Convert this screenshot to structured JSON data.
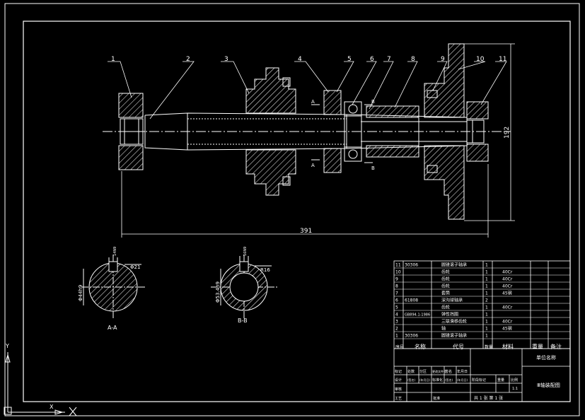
{
  "part_callouts": [
    "1",
    "2",
    "3",
    "4",
    "5",
    "6",
    "7",
    "8",
    "9",
    "10",
    "11"
  ],
  "dimensions": {
    "overall_length": "391",
    "overall_height": "192",
    "section_a_diameter": "Φ44h9",
    "section_a_key_width": "14N9",
    "section_a_key_depth": "Φ21",
    "section_b_diameter": "Φ53.4h9",
    "section_b_key_width": "16N9",
    "section_b_key_depth": "R16"
  },
  "section_labels": {
    "a": "A-A",
    "b": "B-B",
    "cut_a": "A",
    "cut_b": "B"
  },
  "bom": {
    "rows": [
      {
        "no": "11",
        "code": "30306",
        "name": "圆锥滚子轴承",
        "qty": "1",
        "material": "",
        "weight": "",
        "note": ""
      },
      {
        "no": "10",
        "code": "",
        "name": "齿轮",
        "qty": "1",
        "material": "40Cr",
        "weight": "",
        "note": ""
      },
      {
        "no": "9",
        "code": "",
        "name": "齿轮",
        "qty": "1",
        "material": "40Cr",
        "weight": "",
        "note": ""
      },
      {
        "no": "8",
        "code": "",
        "name": "齿轮",
        "qty": "1",
        "material": "40Cr",
        "weight": "",
        "note": ""
      },
      {
        "no": "7",
        "code": "",
        "name": "套筒",
        "qty": "1",
        "material": "45钢",
        "weight": "",
        "note": ""
      },
      {
        "no": "6",
        "code": "61808",
        "name": "深沟球轴承",
        "qty": "2",
        "material": "",
        "weight": "",
        "note": ""
      },
      {
        "no": "5",
        "code": "",
        "name": "齿轮",
        "qty": "1",
        "material": "40Cr",
        "weight": "",
        "note": ""
      },
      {
        "no": "4",
        "code": "GB894.1-1986",
        "name": "弹性挡圈",
        "qty": "1",
        "material": "",
        "weight": "",
        "note": ""
      },
      {
        "no": "3",
        "code": "",
        "name": "三联滑移齿轮",
        "qty": "1",
        "material": "40Cr",
        "weight": "",
        "note": ""
      },
      {
        "no": "2",
        "code": "",
        "name": "轴",
        "qty": "1",
        "material": "45钢",
        "weight": "",
        "note": ""
      },
      {
        "no": "1",
        "code": "30306",
        "name": "圆锥滚子轴承",
        "qty": "1",
        "material": "",
        "weight": "",
        "note": ""
      }
    ],
    "header": {
      "no": "序号",
      "name": "名称",
      "code": "代号",
      "qty": "数量",
      "material": "材料",
      "weight": "重量",
      "note": "备注"
    }
  },
  "title_block": {
    "school": "单位名称",
    "drawing_name": "Ⅲ轴装配图",
    "mark_row": [
      "标记",
      "处数",
      "分区",
      "更改文件号",
      "签名",
      "年月日"
    ],
    "design_row": [
      "设计",
      "(签名)",
      "(年月日)",
      "标准化",
      "(签名)",
      "(年月日)"
    ],
    "review": "审核",
    "process": "工艺",
    "approve": "批准",
    "stage_mark": "阶段标记",
    "weight": "重量",
    "scale": "比例",
    "scale_value": "1:1",
    "sheets": "共 1 张  第 1 张"
  },
  "ucs": {
    "x": "X",
    "y": "Y"
  },
  "colors": {
    "background": "#000000",
    "line": "#ffffff",
    "hatch": "#ffffff"
  }
}
